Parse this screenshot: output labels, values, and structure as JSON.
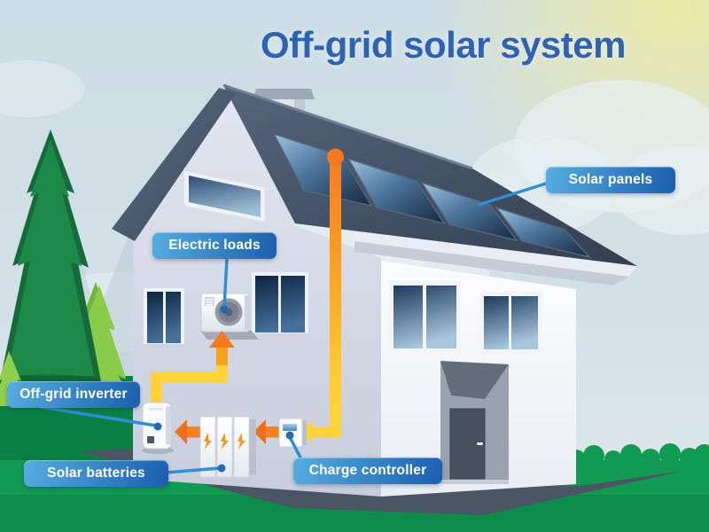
{
  "title": "Off-grid solar system",
  "labels": {
    "solar_panels": "Solar panels",
    "electric_loads": "Electric loads",
    "off_grid_inverter": "Off-grid inverter",
    "solar_batteries": "Solar batteries",
    "charge_controller": "Charge controller"
  },
  "colors": {
    "title_blue": "#2d63b4",
    "label_gradient_start": "#55ade0",
    "label_gradient_end": "#1b5fae",
    "pointer_line_blue": "#2e8fd2",
    "wire_yellow": "#ffd23a",
    "wire_orange": "#f4791f",
    "roof_slate": "#46546a",
    "solar_panel_navy": "#1d3350",
    "grass_green": "#119a52",
    "hedge_green": "#0d8c4b",
    "tree_dark_green": "#1e8a4a",
    "tree_light_green": "#8bcb4a",
    "sky_blue": "#ccdde4",
    "sun_glow_yellow": "#eeeca4",
    "wall_gray": "#d6dae6",
    "wall_white": "#f5f7fa",
    "shadow_slate": "#4a5664"
  },
  "scene": {
    "icons": [
      "sun-glow-icon",
      "cloud-icon",
      "mountain-icon",
      "pine-tree-dark-icon",
      "pine-tree-light-icon",
      "chimney-icon",
      "roof-icon",
      "solar-panel-array-icon",
      "attic-window-icon",
      "window-icon",
      "air-conditioner-icon",
      "door-icon",
      "inverter-icon",
      "battery-icon",
      "lightning-bolt-icon",
      "charge-controller-icon",
      "wire-arrow-icon",
      "pointer-line-icon"
    ]
  }
}
